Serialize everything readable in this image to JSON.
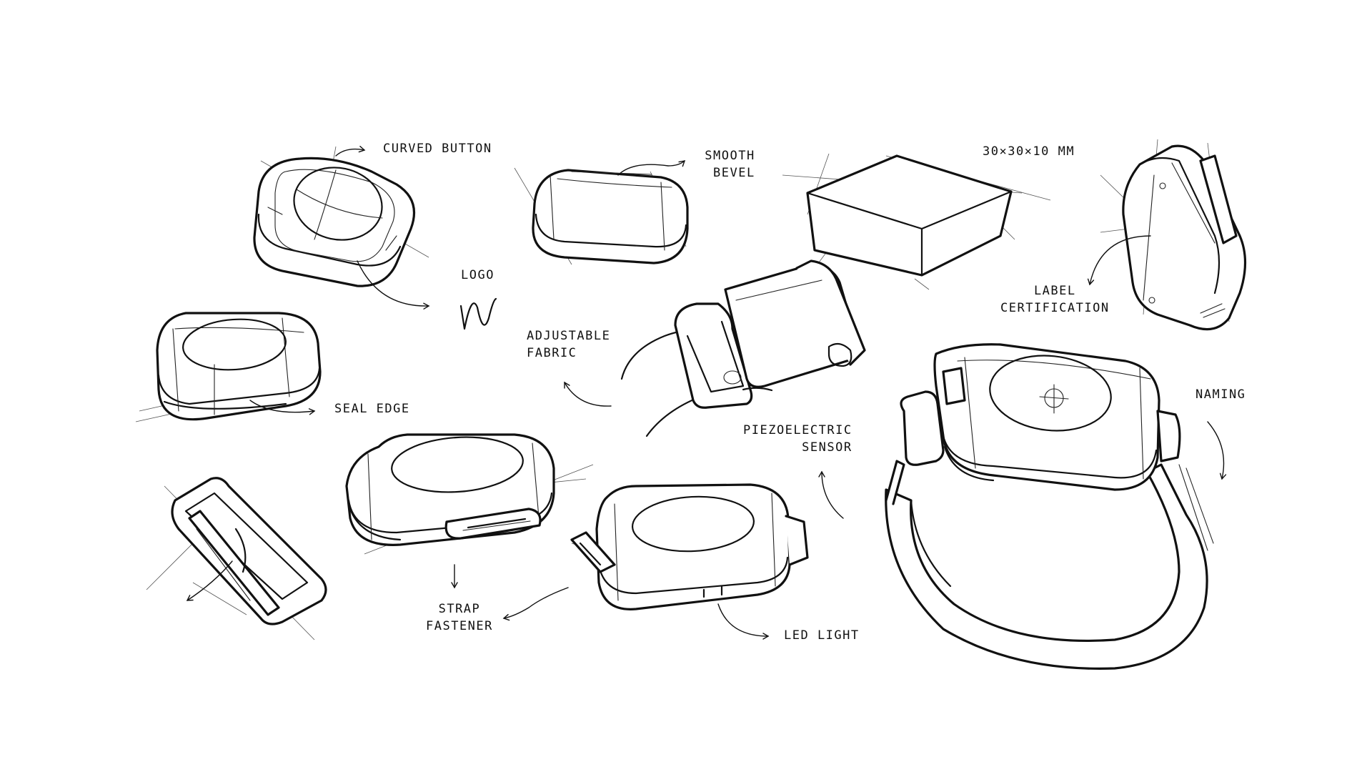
{
  "labels": {
    "curved_button": "CURVED BUTTON",
    "smooth": "SMOOTH",
    "bevel": "BEVEL",
    "dimensions": "30×30×10 MM",
    "logo": "LOGO",
    "label": "LABEL",
    "certification": "CERTIFICATION",
    "adjustable": "ADJUSTABLE",
    "fabric": "FABRIC",
    "seal_edge": "SEAL EDGE",
    "naming": "NAMING",
    "piezoelectric": "PIEZOELECTRIC",
    "sensor": "SENSOR",
    "strap": "STRAP",
    "fastener": "FASTENER",
    "led_light": "LED LIGHT"
  },
  "colors": {
    "ink": "#111111",
    "paper": "#ffffff"
  }
}
